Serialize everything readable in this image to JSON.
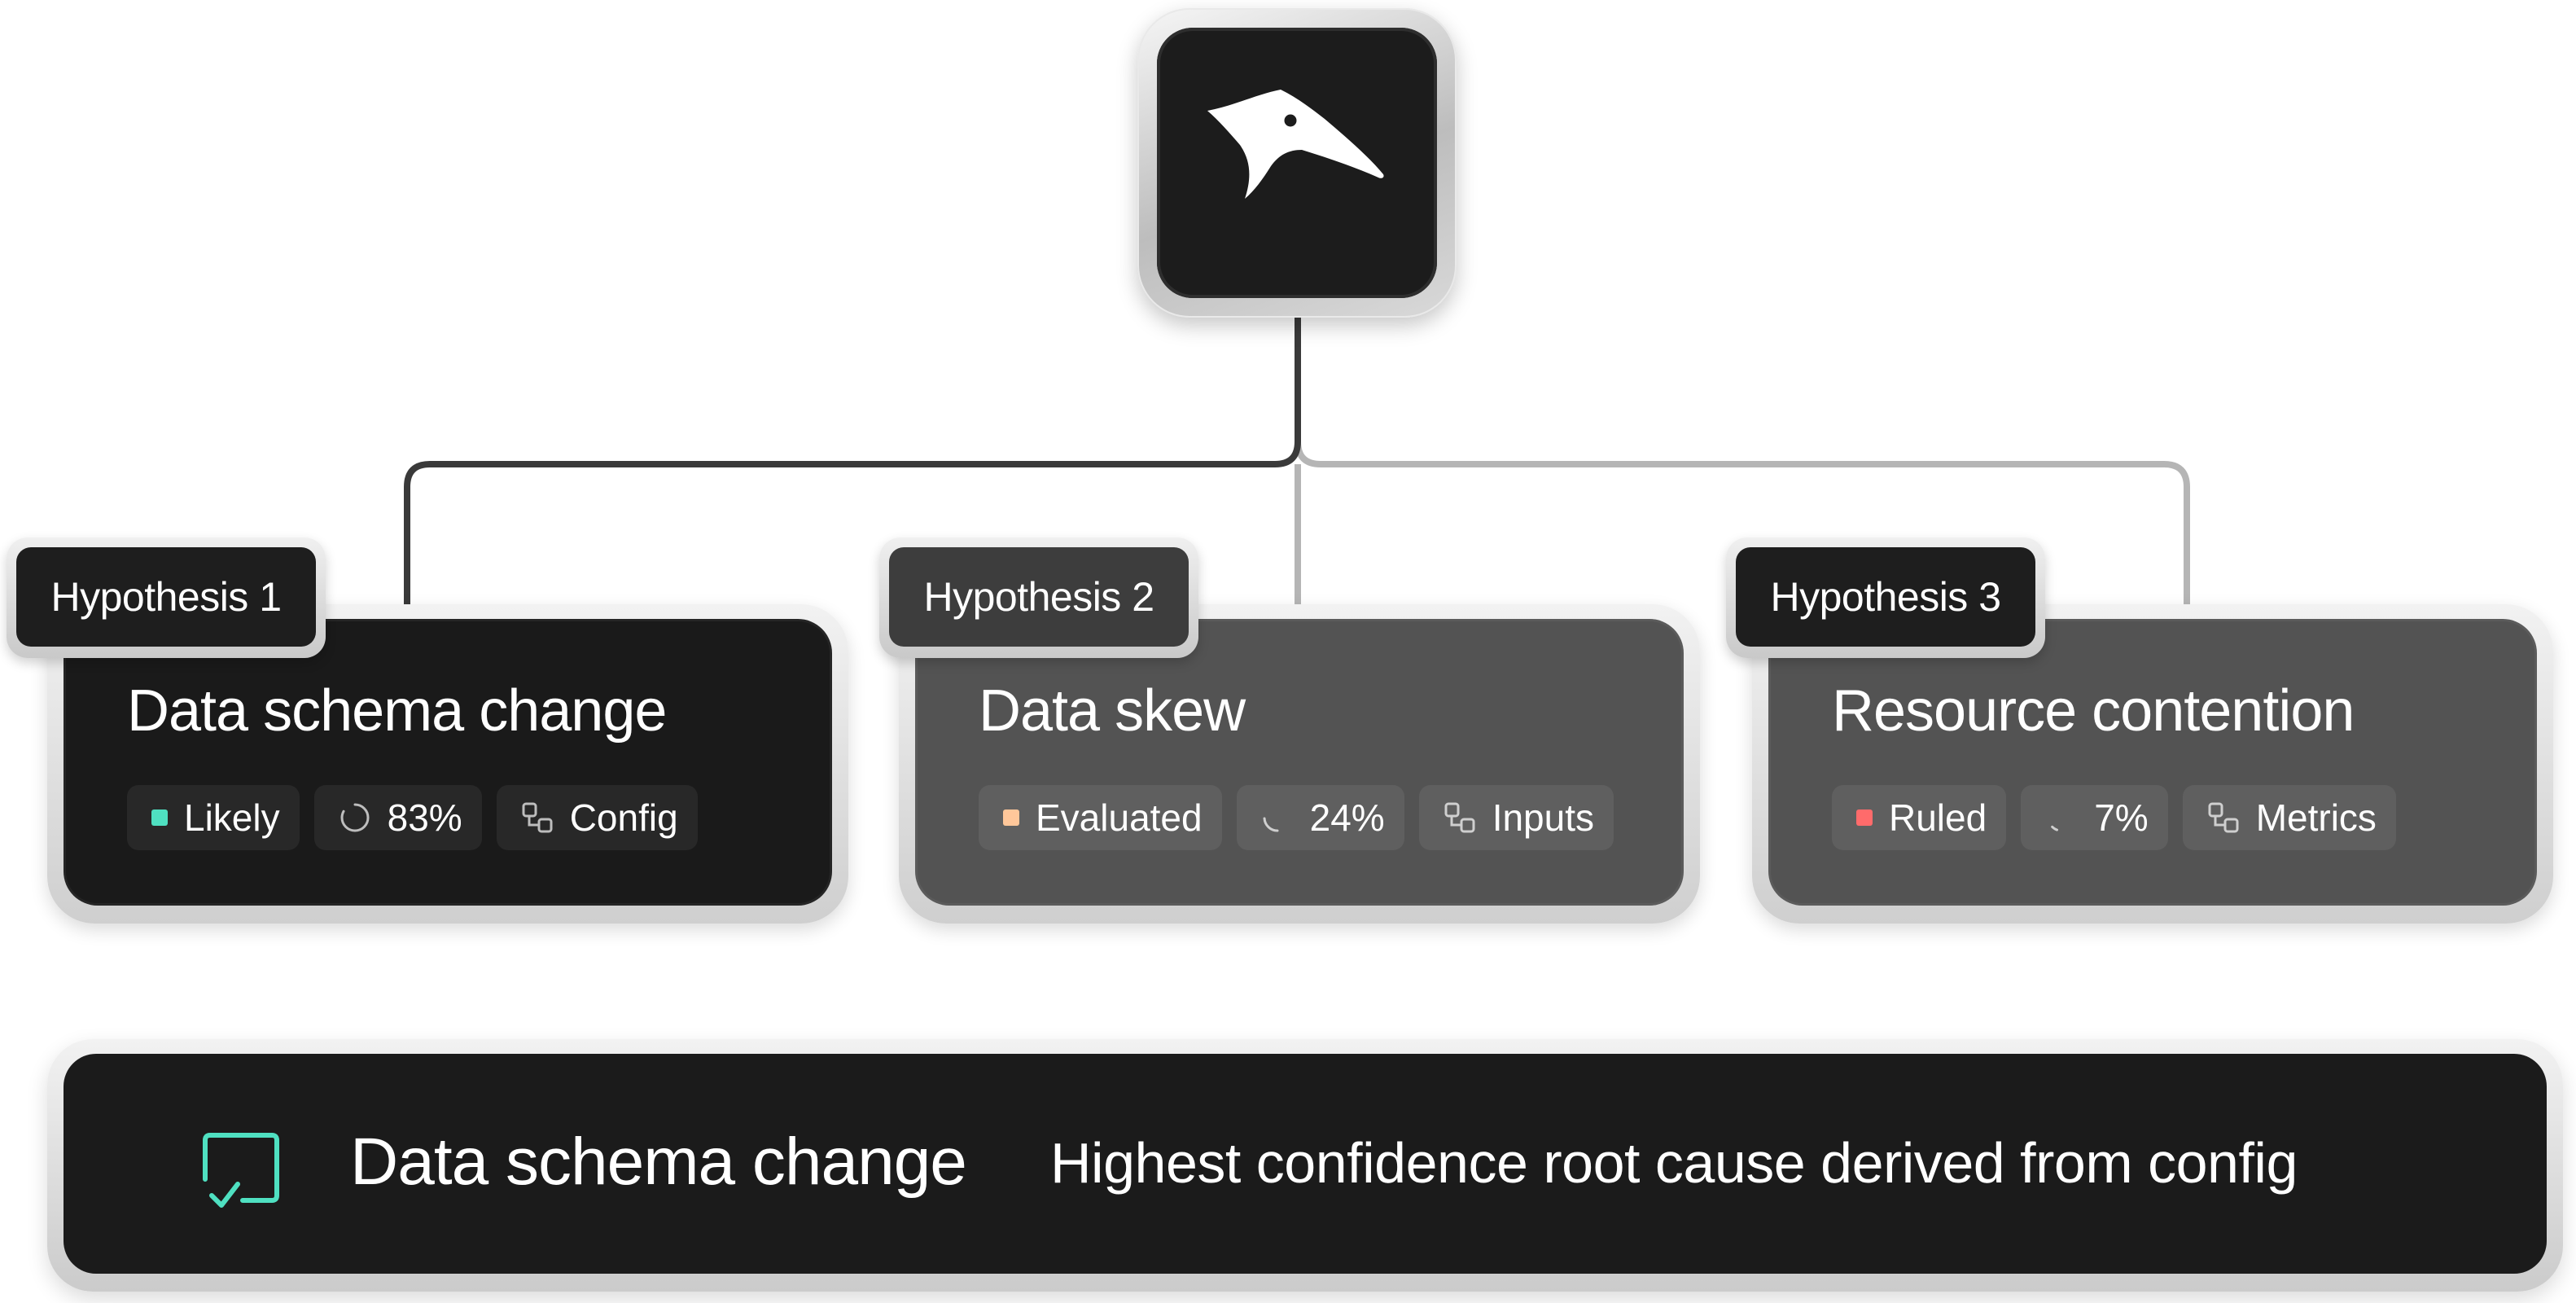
{
  "colors": {
    "likely": "#4fe0c1",
    "evaluated": "#ffc79a",
    "ruled": "#ff6b6b",
    "accent": "#4fe0c1"
  },
  "root": {
    "icon": "anteater-logo-icon"
  },
  "hypotheses": [
    {
      "tab": "Hypothesis 1",
      "title": "Data schema change",
      "status": "Likely",
      "confidence": "83%",
      "confidence_value": 0.83,
      "source": "Config",
      "source_icon": "link-nodes-icon"
    },
    {
      "tab": "Hypothesis 2",
      "title": "Data skew",
      "status": "Evaluated",
      "confidence": "24%",
      "confidence_value": 0.24,
      "source": "Inputs",
      "source_icon": "link-nodes-icon"
    },
    {
      "tab": "Hypothesis 3",
      "title": "Resource contention",
      "status": "Ruled",
      "confidence": "7%",
      "confidence_value": 0.07,
      "source": "Metrics",
      "source_icon": "link-nodes-icon"
    }
  ],
  "result": {
    "icon": "check-square-icon",
    "title": "Data schema change",
    "description": "Highest confidence root cause derived from config"
  }
}
